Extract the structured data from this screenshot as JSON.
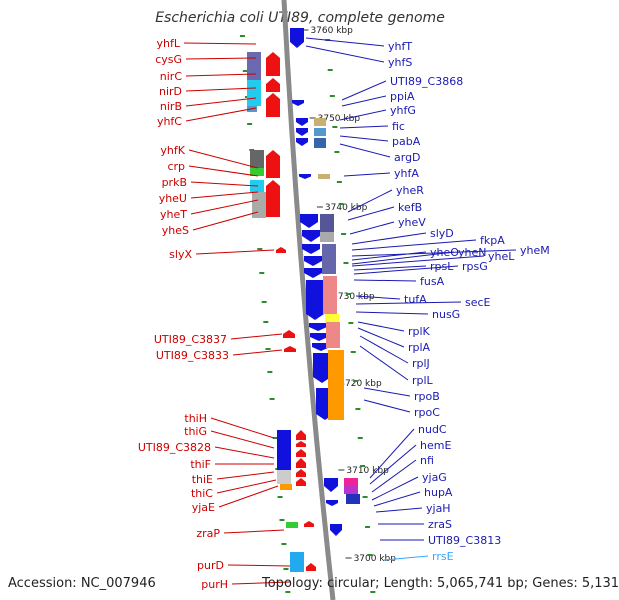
{
  "title": "Escherichia coli UTI89, complete genome",
  "footer": {
    "accession": "Accession: NC_007946",
    "summary": "Topology: circular; Length: 5,065,741 bp; Genes: 5,131"
  },
  "colors": {
    "left_label": "#cc0000",
    "right_label": "#1a1ab0",
    "rrna_label": "#33aaff",
    "backbone": "#8a8a8a",
    "marker": "#2e8b2e"
  },
  "ruler": [
    "3760 kbp",
    "3750 kbp",
    "3740 kbp",
    "3730 kbp",
    "3720 kbp",
    "3710 kbp",
    "3700 kbp"
  ],
  "left_genes": [
    "yhfL",
    "cysG",
    "nirC",
    "nirD",
    "nirB",
    "yhfC",
    "yhfK",
    "crp",
    "prkB",
    "yheU",
    "yheT",
    "yheS",
    "slyX",
    "UTI89_C3837",
    "UTI89_C3833",
    "thiH",
    "thiG",
    "UTI89_C3828",
    "thiF",
    "thiE",
    "thiC",
    "yjaE",
    "zraP",
    "purD",
    "purH"
  ],
  "right_genes": [
    "yhfT",
    "yhfS",
    "UTI89_C3868",
    "ppiA",
    "yhfG",
    "fic",
    "pabA",
    "argD",
    "yhfA",
    "yheR",
    "kefB",
    "yheV",
    "slyD",
    "fkpA",
    "yheM",
    "yheO",
    "yheN",
    "yheL",
    "rpsL",
    "rpsG",
    "fusA",
    "tufA",
    "secE",
    "nusG",
    "rplK",
    "rplA",
    "rplJ",
    "rplL",
    "rpoB",
    "rpoC",
    "nudC",
    "hemE",
    "nfi",
    "yjaG",
    "hupA",
    "yjaH",
    "zraS",
    "UTI89_C3813",
    "rrsE"
  ]
}
